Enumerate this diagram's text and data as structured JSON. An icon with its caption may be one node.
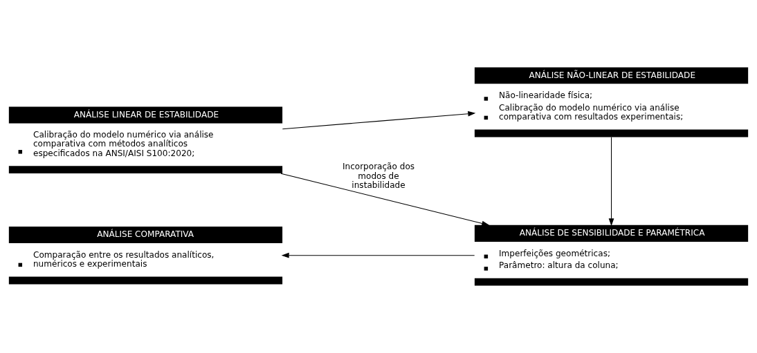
{
  "diagram": {
    "nodes": [
      {
        "text": [
          "ANÁLISE LINEAR DE ESTABILIDADE",
          "Calibração do modelo numérico via análise comparativa com métodos analíticos especificados na ANSI/AISI S100:2020;"
        ]
      },
      {
        "text": [
          "ANÁLISE NÃO-LINEAR DE ESTABILIDADE",
          "Não-linearidade física;",
          "Calibração do modelo numérico via análise comparativa com resultados experimentais;"
        ]
      },
      {
        "text": [
          "ANÁLISE COMPARATIVA",
          "Comparação entre os resultados analíticos, numéricos e experimentais"
        ]
      },
      {
        "text": [
          "ANÁLISE DE SENSIBILIDADE E PARAMÉTRICA",
          "Imperfeições geométricas;",
          "Parâmetro: altura da coluna;"
        ]
      }
    ],
    "edges": [
      {
        "from": 0,
        "to": 1,
        "arrow": "to"
      },
      {
        "from": 0,
        "to": 3,
        "arrow": "to",
        "label": "Incorporação dos modos de instabilidade"
      },
      {
        "from": 1,
        "to": 3,
        "arrow": "to"
      },
      {
        "from": 3,
        "to": 2,
        "arrow": "to"
      }
    ]
  }
}
